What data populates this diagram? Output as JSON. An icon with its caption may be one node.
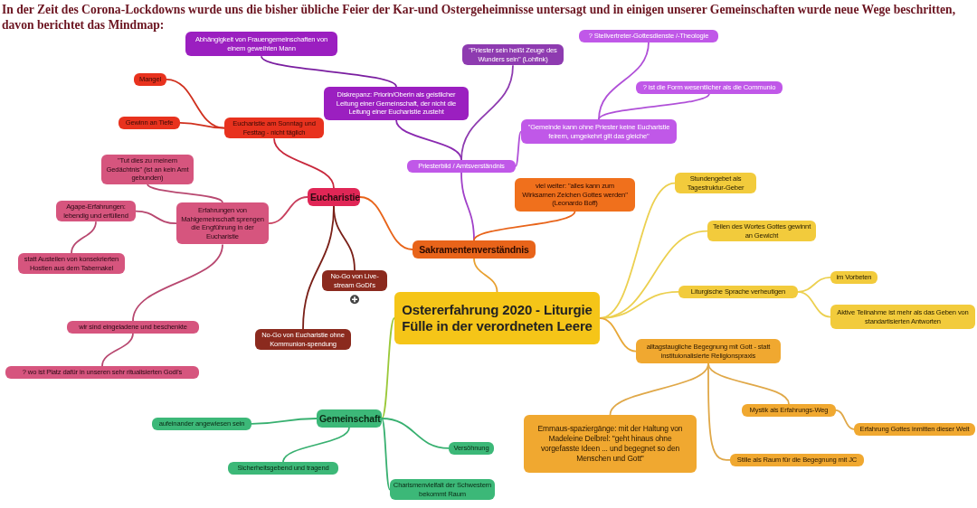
{
  "diagram": {
    "title": "In der Zeit des Corona-Lockdowns wurde uns die bisher übliche Feier der Kar-und Ostergeheimnisse untersagt und in einigen unserer Gemeinschaften wurde neue Wege beschritten, davon berichtet das Mindmap:",
    "nodes": [
      {
        "text": [
          "Ostererfahrung 2020 - Liturgie Fülle in der verordneten Leere"
        ]
      },
      {
        "text": [
          "Eucharistie"
        ]
      },
      {
        "text": [
          "Eucharistie am Sonntag und Festtag  - nicht täglich"
        ]
      },
      {
        "text": [
          "Mangel"
        ]
      },
      {
        "text": [
          "Gewinn an Tiefe"
        ]
      },
      {
        "text": [
          "Erfahrungen von Mahlgemeinschaft sprengen die Engführung in der Eucharistie"
        ]
      },
      {
        "text": [
          "\"Tut dies zu meinem Gedächtnis\" (ist an kein Amt gebunden)"
        ]
      },
      {
        "text": [
          "Agape-Erfahrungen: lebendig und erfüllend"
        ]
      },
      {
        "text": [
          "statt Austeilen von konsekrierten Hostien aus dem Tabernakel"
        ]
      },
      {
        "text": [
          "wir sind eingeladene und beschenkte"
        ]
      },
      {
        "text": [
          "? wo ist Platz dafür in unseren sehr ritualisierten Godi's"
        ]
      },
      {
        "text": [
          "No-Go von Live-stream GoDi's"
        ]
      },
      {
        "text": [
          "No-Go von Eucharistie ohne Kommunion-spendung"
        ]
      },
      {
        "text": [
          "Diskrepanz: Priorin/Oberin als geistlicher Leitung einer Gemeinschaft, der nicht die Leitung einer Eucharistie zusteht"
        ]
      },
      {
        "text": [
          "Abhängigkeit von Frauengemeinschaften von einem geweihten Mann"
        ]
      },
      {
        "text": [
          "\"Priester sein heißt Zeuge des Wunders sein\" (Lohfink)"
        ]
      },
      {
        "text": [
          "Priesterbild / Amtsverständnis"
        ]
      },
      {
        "text": [
          "\"Gemeinde kann ohne Priester keine Eucharistie feirern, umgekehrt gilt das gleiche\""
        ]
      },
      {
        "text": [
          "? Stellvertreter-Gottesdienste /-Theologie"
        ]
      },
      {
        "text": [
          "? ist die Form wesentlicher als die Communio"
        ]
      },
      {
        "text": [
          "Sakramentenverständnis"
        ]
      },
      {
        "text": [
          "viel weiter: \"alles kann zum Wirksamen Zeichen Gottes werden\" (Leonardo Boff)"
        ]
      },
      {
        "text": [
          "Stundengebet als Tagestruktur-Geber"
        ]
      },
      {
        "text": [
          "Teilen des Wortes Gottes gewinnt an Gewicht"
        ]
      },
      {
        "text": [
          "Liturgische Sprache verheutigen"
        ]
      },
      {
        "text": [
          "im Vorbeten"
        ]
      },
      {
        "text": [
          "Aktive Teilnahme ist mehr als das Geben von standartisierten Antworten"
        ]
      },
      {
        "text": [
          "alltagstaugliche Begegnung mit Gott - statt instituionalisierte Religionspraxis"
        ]
      },
      {
        "text": [
          "Emmaus-spaziergänge: mit der Haltung von Madeleine Delbrel: \"geht hinaus ohne vorgefasste Ideen ... und begegnet so den Menschen und Gott\""
        ]
      },
      {
        "text": [
          "Mystik als Erfahrungs-Weg"
        ]
      },
      {
        "text": [
          "Erfahrung Gottes inmitten dieser Welt"
        ]
      },
      {
        "text": [
          "Stille als Raum für die Begegnung mit JC"
        ]
      },
      {
        "text": [
          "Gemeinschaft"
        ]
      },
      {
        "text": [
          "aufeinander angewiesen sein"
        ]
      },
      {
        "text": [
          "Sicherheitsgebend und tragend"
        ]
      },
      {
        "text": [
          "Versöhnung"
        ]
      },
      {
        "text": [
          "Charismenvielfalt der Schwestern bekommt Raum"
        ]
      }
    ],
    "edges": [
      {
        "from": 0,
        "to": 20,
        "arrow": "none",
        "color": "#e8a030"
      },
      {
        "from": 20,
        "to": 1,
        "arrow": "none",
        "color": "#e8641a"
      },
      {
        "from": 20,
        "to": 16,
        "arrow": "none",
        "color": "#a040c8"
      },
      {
        "from": 20,
        "to": 21,
        "arrow": "none",
        "color": "#e8641a"
      },
      {
        "from": 1,
        "to": 2,
        "arrow": "none",
        "color": "#c8283c"
      },
      {
        "from": 2,
        "to": 3,
        "arrow": "none",
        "color": "#d0301e"
      },
      {
        "from": 2,
        "to": 4,
        "arrow": "none",
        "color": "#d0301e"
      },
      {
        "from": 1,
        "to": 5,
        "arrow": "none",
        "color": "#c8405e"
      },
      {
        "from": 5,
        "to": 6,
        "arrow": "none",
        "color": "#b84870"
      },
      {
        "from": 5,
        "to": 7,
        "arrow": "none",
        "color": "#b84870"
      },
      {
        "from": 7,
        "to": 8,
        "arrow": "none",
        "color": "#b84870"
      },
      {
        "from": 5,
        "to": 9,
        "arrow": "none",
        "color": "#b84870"
      },
      {
        "from": 9,
        "to": 10,
        "arrow": "none",
        "color": "#b84870"
      },
      {
        "from": 1,
        "to": 11,
        "arrow": "none",
        "color": "#7a2018"
      },
      {
        "from": 1,
        "to": 12,
        "arrow": "none",
        "color": "#7a2018"
      },
      {
        "from": 16,
        "to": 13,
        "arrow": "none",
        "color": "#8a2ab0"
      },
      {
        "from": 13,
        "to": 14,
        "arrow": "none",
        "color": "#7a1ea0"
      },
      {
        "from": 16,
        "to": 15,
        "arrow": "none",
        "color": "#8e3bb0"
      },
      {
        "from": 16,
        "to": 17,
        "arrow": "none",
        "color": "#b050d8"
      },
      {
        "from": 17,
        "to": 18,
        "arrow": "none",
        "color": "#b050d8"
      },
      {
        "from": 17,
        "to": 19,
        "arrow": "none",
        "color": "#b050d8"
      },
      {
        "from": 0,
        "to": 22,
        "arrow": "none",
        "color": "#ecd050"
      },
      {
        "from": 0,
        "to": 23,
        "arrow": "none",
        "color": "#ecd050"
      },
      {
        "from": 0,
        "to": 24,
        "arrow": "none",
        "color": "#ecd050"
      },
      {
        "from": 24,
        "to": 25,
        "arrow": "none",
        "color": "#ecd050"
      },
      {
        "from": 24,
        "to": 26,
        "arrow": "none",
        "color": "#ecd050"
      },
      {
        "from": 0,
        "to": 27,
        "arrow": "none",
        "color": "#e8a838"
      },
      {
        "from": 27,
        "to": 28,
        "arrow": "none",
        "color": "#e0a848"
      },
      {
        "from": 27,
        "to": 29,
        "arrow": "none",
        "color": "#e0a848"
      },
      {
        "from": 29,
        "to": 30,
        "arrow": "none",
        "color": "#e0a848"
      },
      {
        "from": 27,
        "to": 31,
        "arrow": "none",
        "color": "#e0a848"
      },
      {
        "from": 0,
        "to": 32,
        "arrow": "none",
        "color": "#9ac838"
      },
      {
        "from": 32,
        "to": 33,
        "arrow": "none",
        "color": "#38b070"
      },
      {
        "from": 32,
        "to": 34,
        "arrow": "none",
        "color": "#38b070"
      },
      {
        "from": 32,
        "to": 35,
        "arrow": "none",
        "color": "#38b070"
      },
      {
        "from": 32,
        "to": 36,
        "arrow": "none",
        "color": "#38b070"
      }
    ]
  }
}
